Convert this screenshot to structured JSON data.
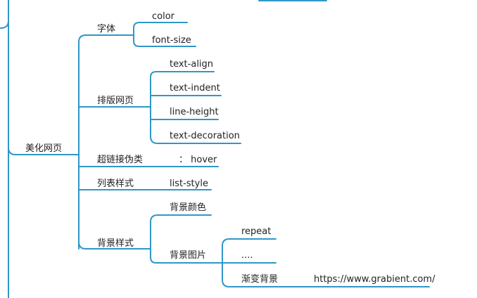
{
  "theme": {
    "line_color": "#2f97c8",
    "text_color": "#222222",
    "background": "#ffffff"
  },
  "mindmap": {
    "root": "美化网页",
    "groups": [
      {
        "id": "font",
        "label": "字体",
        "children": [
          {
            "id": "color",
            "label": "color"
          },
          {
            "id": "font-size",
            "label": "font-size"
          }
        ]
      },
      {
        "id": "layout",
        "label": "排版网页",
        "children": [
          {
            "id": "text-align",
            "label": "text-align"
          },
          {
            "id": "text-indent",
            "label": "text-indent"
          },
          {
            "id": "line-height",
            "label": "line-height"
          },
          {
            "id": "text-decoration",
            "label": "text-decoration"
          }
        ]
      },
      {
        "id": "hyperlink",
        "label": "超链接伪类",
        "children": [
          {
            "id": "hover",
            "label": "： hover"
          }
        ]
      },
      {
        "id": "list",
        "label": "列表样式",
        "children": [
          {
            "id": "list-style",
            "label": "list-style"
          }
        ]
      },
      {
        "id": "background",
        "label": "背景样式",
        "children": [
          {
            "id": "bg-color",
            "label": "背景颜色"
          },
          {
            "id": "bg-image",
            "label": "背景图片",
            "children": [
              {
                "id": "repeat",
                "label": "repeat"
              },
              {
                "id": "ellipsis",
                "label": "...."
              },
              {
                "id": "gradient",
                "label": "渐变背景",
                "children": [
                  {
                    "id": "grabient-url",
                    "label": "https://www.grabient.com/"
                  }
                ]
              }
            ]
          }
        ]
      }
    ]
  }
}
